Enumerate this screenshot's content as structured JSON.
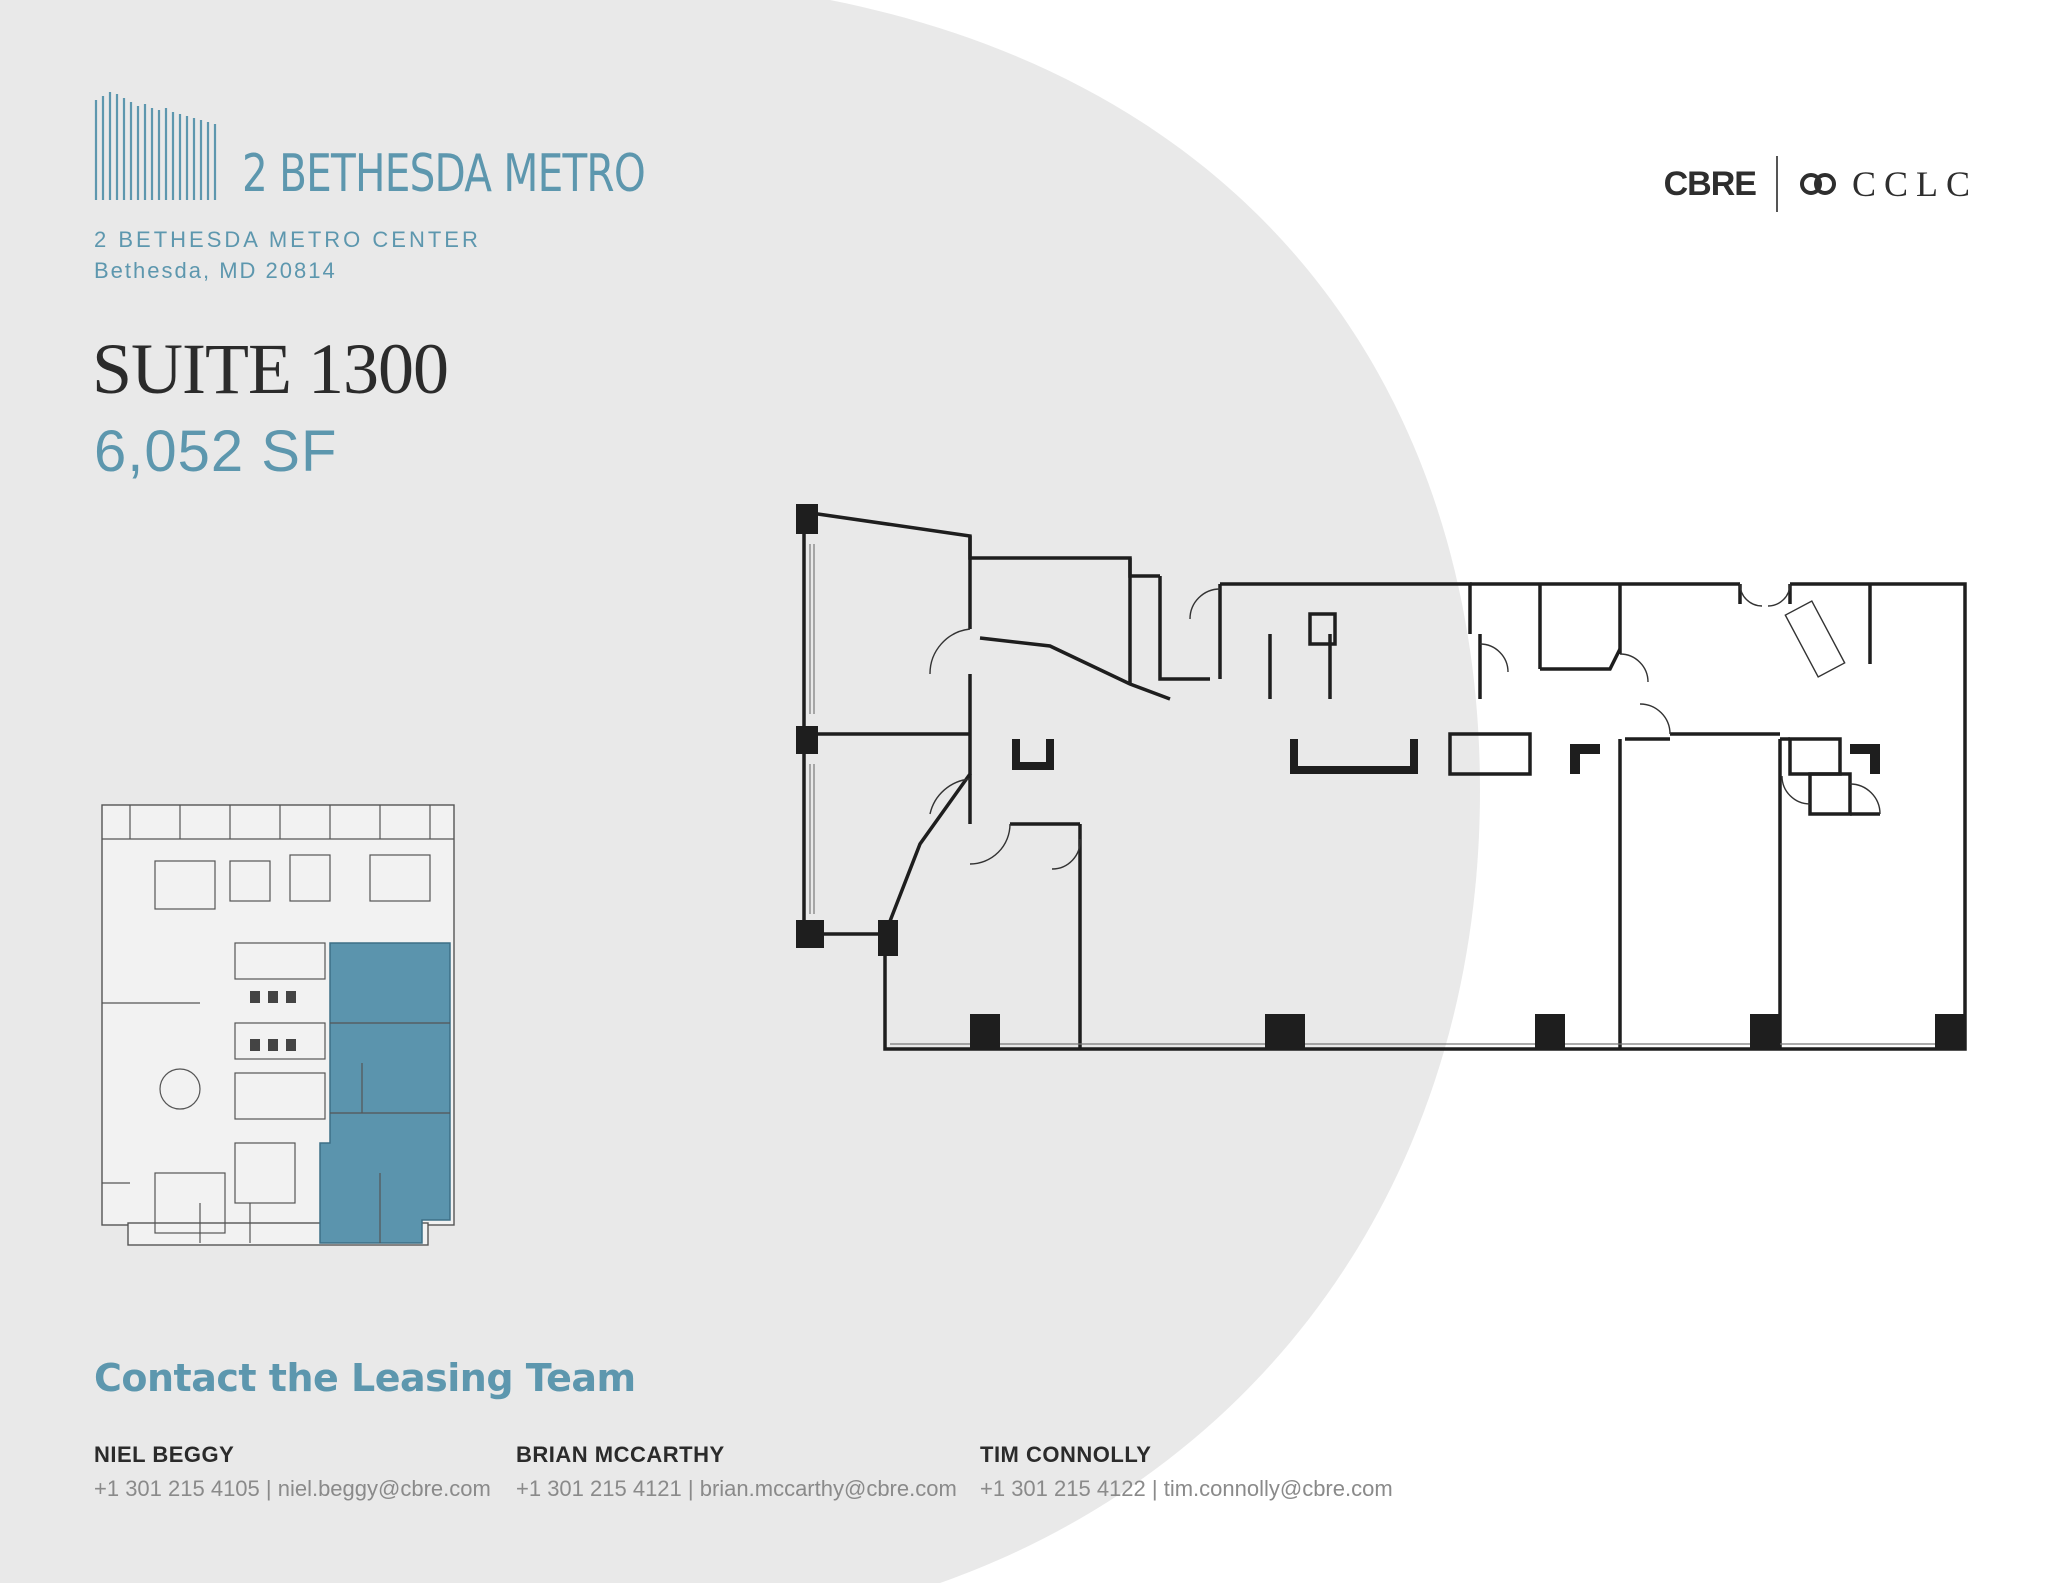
{
  "header": {
    "logo_text": "2 BETHESDA METRO",
    "address_line1": "2 BETHESDA METRO CENTER",
    "address_line2": "Bethesda, MD 20814"
  },
  "suite": {
    "title": "SUITE 1300",
    "area": "6,052 SF"
  },
  "brands": {
    "cbre": "CBRE",
    "cclc": "CCLC",
    "cclc_icon": "linked-rings-icon"
  },
  "contact": {
    "title": "Contact the Leasing Team",
    "people": [
      {
        "name": "NIEL BEGGY",
        "info": "+1 301 215 4105 | niel.beggy@cbre.com"
      },
      {
        "name": "BRIAN MCCARTHY",
        "info": "+1 301 215 4121 | brian.mccarthy@cbre.com"
      },
      {
        "name": "TIM CONNOLLY",
        "info": "+1 301 215 4122 | tim.connolly@cbre.com"
      }
    ]
  },
  "colors": {
    "accent": "#5d97ae",
    "highlight": "#5b94ad",
    "background_arc": "#e9e9e9",
    "text_dark": "#2b2b2b"
  }
}
